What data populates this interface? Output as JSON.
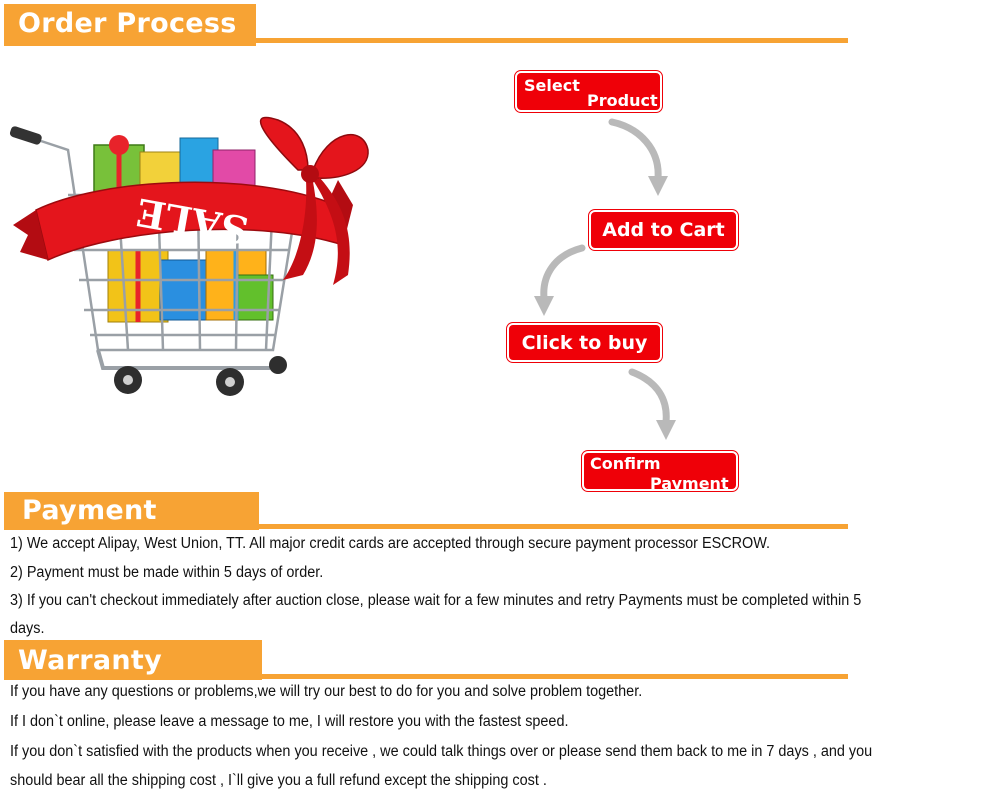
{
  "order_process": {
    "title": "Order Process",
    "steps": {
      "select": {
        "line1": "Select",
        "line2": "Product"
      },
      "add_to_cart": {
        "label": "Add to Cart"
      },
      "click_to_buy": {
        "label": "Click to buy"
      },
      "confirm": {
        "line1": "Confirm",
        "line2": "Payment"
      }
    },
    "cart_banner_text": "SALE",
    "colors": {
      "accent": "#f7a334",
      "step_red": "#ef0008",
      "arrow_gray": "#b9b9b9"
    }
  },
  "payment": {
    "title": "Payment",
    "lines": [
      "1) We accept Alipay, West Union, TT. All major credit cards are accepted through secure payment processor ESCROW.",
      " 2) Payment must be made within 5 days of order.",
      "3) If you can't checkout immediately after auction close, please wait for a few minutes and retry Payments must be completed within 5",
      "days."
    ]
  },
  "warranty": {
    "title": "Warranty Returns",
    "lines": [
      "If you have any questions or problems,we will try our best to do for you and solve problem together.",
      "If I don`t online, please leave a message to me, I will restore you with the fastest speed.",
      "If you don`t satisfied with the products when you receive , we could talk things over or please send them back to me in 7 days , and you",
      "should bear all the shipping cost , I`ll give you a full refund except the shipping cost ."
    ]
  }
}
